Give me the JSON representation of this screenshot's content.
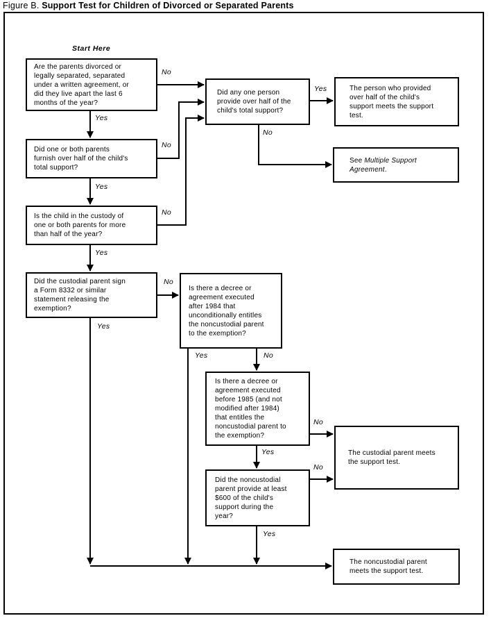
{
  "title": {
    "prefix": "Figure B. ",
    "main": "Support Test for Children of Divorced or Separated Parents"
  },
  "flowchart": {
    "start_label": "Start Here",
    "labels": {
      "yes": "Yes",
      "no": "No"
    },
    "nodes": {
      "q1": {
        "text": "Are the parents divorced or\nlegally separated, separated\nunder a written agreement, or\ndid they live apart the last 6\nmonths of the year?"
      },
      "q2": {
        "text": "Did any one person\nprovide over half of the\nchild's total support?"
      },
      "q3": {
        "text": "Did one or both parents\nfurnish over half of the child's\ntotal support?"
      },
      "q4": {
        "text": "Is the child in the custody of\none or both parents for more\nthan half of the year?"
      },
      "q5": {
        "text": "Did the custodial parent sign\na Form 8332 or similar\nstatement releasing the\nexemption?"
      },
      "q6": {
        "text": "Is there a decree or\nagreement executed\nafter 1984 that\nunconditionally entitles\nthe noncustodial parent\nto the exemption?"
      },
      "q7": {
        "text": "Is there a decree or\nagreement executed\nbefore 1985 (and not\nmodified after 1984)\nthat entitles the\nnoncustodial parent to\nthe exemption?"
      },
      "q8": {
        "text": "Did the noncustodial\nparent provide at least\n$600 of the child's\nsupport during the\nyear?"
      },
      "r1": {
        "text": "The person who provided\nover half of the child's\nsupport meets the support\ntest."
      },
      "r2": {
        "prefix": "See ",
        "italic": "Multiple Support\nAgreement",
        "suffix": "."
      },
      "r3": {
        "text": "The custodial parent meets\nthe support test."
      },
      "r4": {
        "text": "The noncustodial parent\nmeets the support test."
      }
    },
    "edges": [
      {
        "from": "q1",
        "to": "q2",
        "answer": "No"
      },
      {
        "from": "q1",
        "to": "q3",
        "answer": "Yes"
      },
      {
        "from": "q3",
        "to": "q2",
        "answer": "No"
      },
      {
        "from": "q3",
        "to": "q4",
        "answer": "Yes"
      },
      {
        "from": "q4",
        "to": "q2",
        "answer": "No"
      },
      {
        "from": "q4",
        "to": "q5",
        "answer": "Yes"
      },
      {
        "from": "q2",
        "to": "r1",
        "answer": "Yes"
      },
      {
        "from": "q2",
        "to": "r2",
        "answer": "No"
      },
      {
        "from": "q5",
        "to": "q6",
        "answer": "No"
      },
      {
        "from": "q5",
        "to": "r4",
        "answer": "Yes"
      },
      {
        "from": "q6",
        "to": "r4",
        "answer": "Yes"
      },
      {
        "from": "q6",
        "to": "q7",
        "answer": "No"
      },
      {
        "from": "q7",
        "to": "r3",
        "answer": "No"
      },
      {
        "from": "q7",
        "to": "q8",
        "answer": "Yes"
      },
      {
        "from": "q8",
        "to": "r3",
        "answer": "No"
      },
      {
        "from": "q8",
        "to": "r4",
        "answer": "Yes"
      }
    ],
    "colors": {
      "line": "#000000",
      "background": "#ffffff"
    }
  }
}
